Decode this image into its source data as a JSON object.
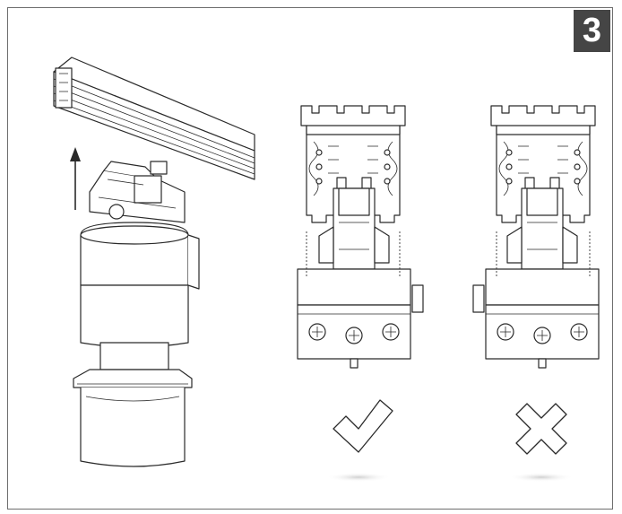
{
  "step": {
    "number": "3"
  },
  "colors": {
    "badge_bg": "#454545",
    "badge_text": "#ffffff",
    "line": "#2a2a2a",
    "frame": "#6d6d6d"
  },
  "illustration": {
    "left": "track-rail-and-spotlight-adapter-with-up-arrow",
    "middle": "correct-installation-cross-section",
    "right": "incorrect-installation-cross-section"
  },
  "marks": {
    "correct": "check-icon",
    "incorrect": "cross-icon"
  }
}
